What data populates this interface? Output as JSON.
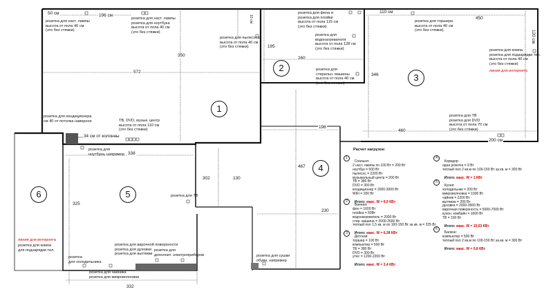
{
  "rooms": {
    "r1": "1",
    "r2": "2",
    "r3": "3",
    "r4": "4",
    "r5": "5",
    "r6": "6"
  },
  "dims": {
    "d50": "50 см",
    "d196": "196 см",
    "d572": "572",
    "d350": "350",
    "d10": "10 см",
    "d195": "195",
    "d260": "260",
    "d110": "110 см",
    "d450": "450",
    "d120": "120 см",
    "d346": "346",
    "d460": "460",
    "d200": "200 см",
    "d198": "198",
    "d467": "467",
    "d230": "230",
    "d338": "338",
    "d302": "302",
    "d130": "130",
    "d325": "325",
    "d332": "332",
    "d34": "34 см от колонны"
  },
  "labels": {
    "l_desk_lamp": "розетка для наст. лампы\nвысота от пола 40 см\n(это без стяжки)",
    "l_lamp_laptop": "розетка для наст. лампы\nрозетка для ноутбука\nвысота от пола 40 см\n(это без стяжки)",
    "l_vacuum": "розетка для пылесоса\nвысота от пола 40 см\n(это без стяжки)",
    "l_ac": "розетка для кондиционера\nсм 40 от потолка наверное",
    "l_tv1": "TB, DVD, музык. центр\nвысота от пола 110 см\n(это без стяжки)",
    "l_hairdryer": "розетка для фена и\nрозетка для плойки\nвысота от пола 115 см\n(это без стяжки)",
    "l_heater": "розетка для\nводонагревателя\nвысота от пола 128 см\n(это без стяжки)",
    "l_washer": "розетка для\nстиральн. машины\nвысота от пола 40 см\n(это без стяжки)",
    "l_torch": "розетка для торшера\nвысота от пола 40 см\n(это без стяжки)",
    "l_comp": "розетка для компа\nрозетка для подзарядки тел.\nвысота от пола 40 см\n(это без стяжки)",
    "l_inet3": "линия для интернета",
    "l_tv3": "розетка для TB\nрозетка для DVD\nвысота от пола 70 см\n(это без стяжки)",
    "l_laptop_charge": "розетка для\nноутбука, напримеp",
    "l_tv5": "розетка для TB",
    "l_cooktop": "розетка для варочной поверхности\nрозетка для духовки\nрозетка для вытяжки",
    "l_extra": "розетка для\nдополнит. электроприборов",
    "l_fridge": "розетка\nдля холодильника",
    "l_kettle": "розетка для чайника\nрозетка для микроволновки",
    "l_shoe": "розетка для сушки\nобуви, например",
    "l_inet6": "линия для интернета",
    "l_comp6": "розетка для компа\nдля подзарядки тел."
  },
  "loads": {
    "title": "Расчет нагрузок:",
    "bedroom": "Спальня:\n2 наст. лампы по 100 Вт = 200 Вт\nноутбук = 500 Вт\nпылесос = 2200 Вт\nмузыкальный центр = 200 Вт\nТВ = 380 Вт\nDVD = 300 Вт\nкондиционер = 2000-3000 Вт\nWiFi = 200 Вт",
    "bedroom_total_label": "Итого: ",
    "bedroom_total": "макс. W = 6,9 КВт",
    "bath": "Ванная:\nфен = 1600 Вт\nплойка = 50Вт\nводонагреватель = 2000 Вт\nстир. машина = 2000-2600 Вт\nтеплый пол 1,5 кв. м по 100-150 Вт за кв. м = 225 Вт",
    "bath_total_label": "Итого: ",
    "bath_total": "макс. W = 6,38 КВт",
    "kids": "Детская:\nторшер = 100 Вт\nкомпьютер = 500 Вт\nТВ = 380 Вт\nDVD = 300 Вт\nутюг = 1200-2200 Вт",
    "kids_total_label": "Итого: ",
    "kids_total": "макс. W = 3,4 КВт",
    "corridor": "Коридор:\nодна розетка = 9 Вт\nтеплый пол 2 кв.м по 100-150 Вт за кв. м = 300 Вт",
    "corridor_total_label": "Итого: ",
    "corridor_total": "макс. W = 1 КВт",
    "kitchen": "Кухня:\nхолодильник = 200 Вт\nмикроволновка = 1000 Вт\nчайник = 2200 Вт\nвытяжка = 200 Вт\nдуховка = 2000-3500 Вт\nварочная поверхность = 6000-7000 Вт\nкухон. комбайн = 1600 Вт\nТВ = 150 Вт",
    "kitchen_total_label": "Итого: ",
    "kitchen_total": "макс. W = 15,63 КВт",
    "balcony": "Балкон:\nкомпьютер = 500 Вт\nтеплый пол 2 кв.м по 100-150 Вт за кв. м = 300 Вт",
    "balcony_total_label": "Итого: ",
    "balcony_total": "макс. W = 0,8 КВт",
    "n1": "1",
    "n2": "2",
    "n3": "3",
    "n4": "4",
    "n5": "5",
    "n6": "6"
  }
}
